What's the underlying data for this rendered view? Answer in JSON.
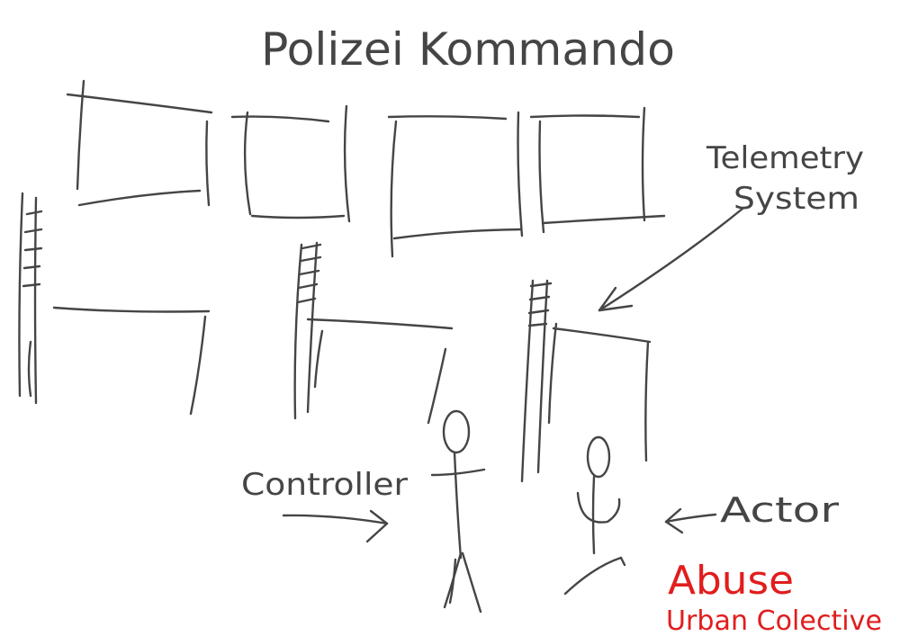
{
  "title": "Polizei Kommando",
  "labels": {
    "telemetry_line1": "Telemetry",
    "telemetry_line2": "System",
    "controller": "Controller",
    "actor": "Actor",
    "abuse": "Abuse",
    "collective": "Urban Colective"
  },
  "colors": {
    "ink": "#454545",
    "accent": "#e11d1d",
    "background": "#ffffff"
  }
}
